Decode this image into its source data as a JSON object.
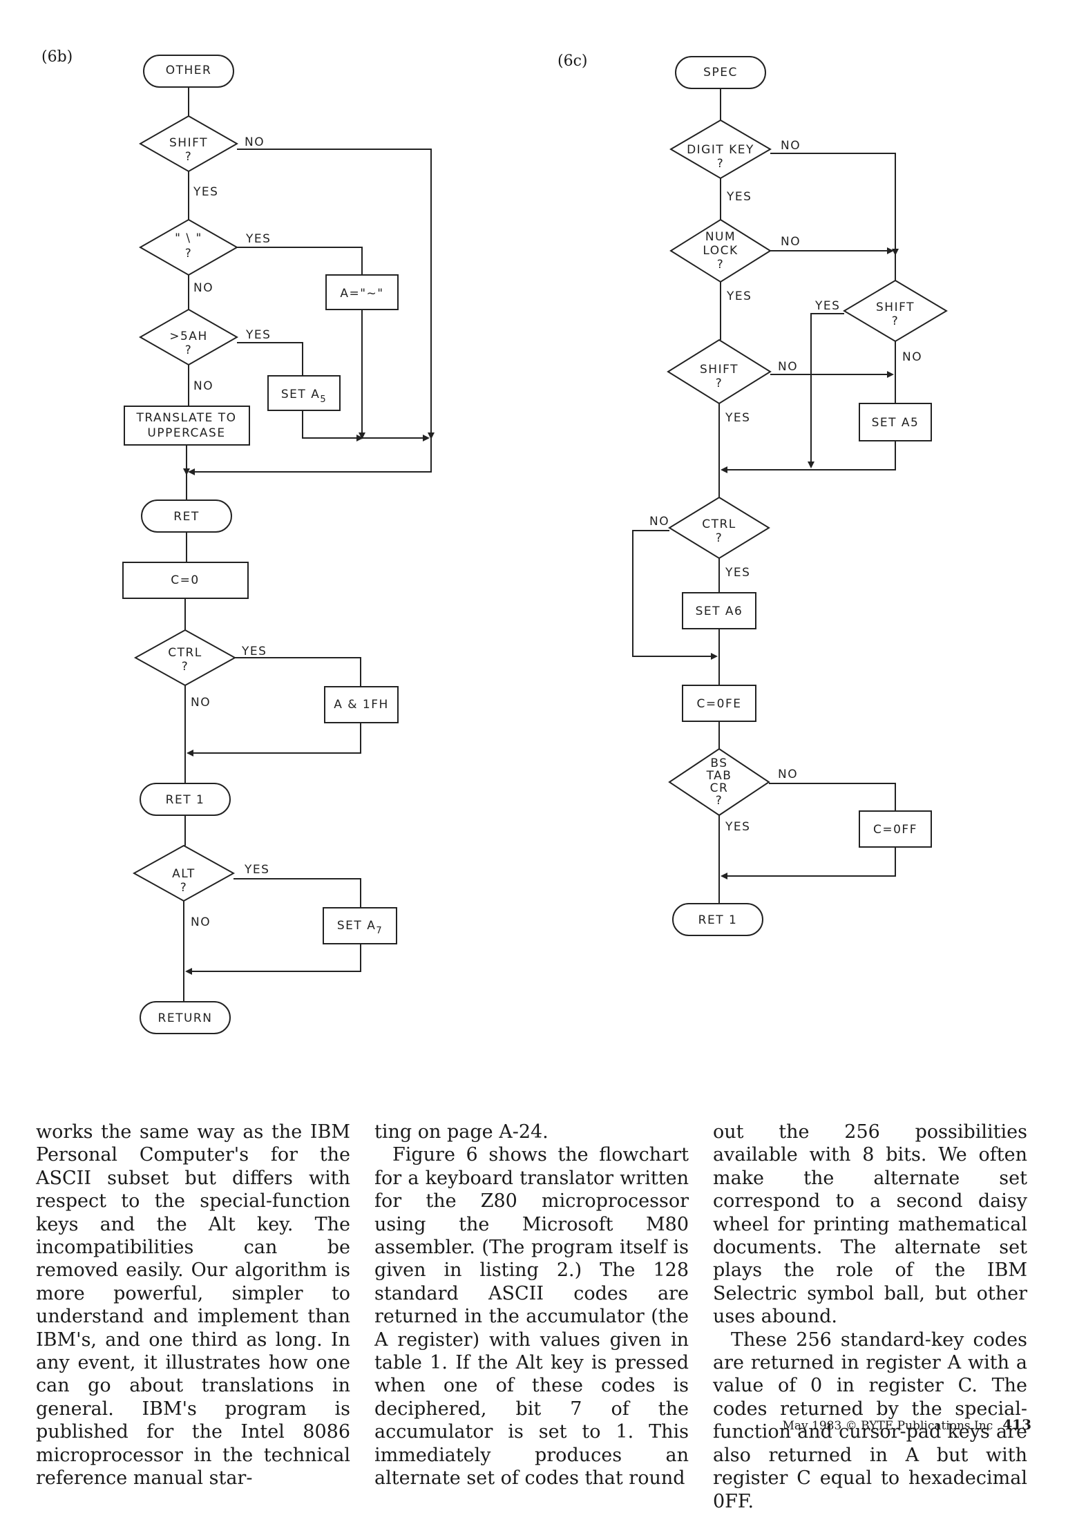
{
  "figures": {
    "b_label": "(6b)",
    "c_label": "(6c)"
  },
  "flow_6b": {
    "other": "OTHER",
    "shift_q": [
      "SHIFT",
      "?"
    ],
    "backslash_q": [
      "\" \\ \"",
      "?"
    ],
    "gt5ah_q": [
      ">5AH",
      "?"
    ],
    "a_tilde": "A=\"~\"",
    "set_a5": "SET A",
    "set_a5_sub": "5",
    "translate": [
      "TRANSLATE TO",
      "UPPERCASE"
    ],
    "ret": "RET",
    "c_zero": "C=0",
    "ctrl_q": [
      "CTRL",
      "?"
    ],
    "a_and_1fh": "A & 1FH",
    "ret1": "RET 1",
    "alt_q": [
      "ALT",
      "?"
    ],
    "set_a7": "SET A",
    "set_a7_sub": "7",
    "return": "RETURN",
    "yes": "YES",
    "no": "NO"
  },
  "flow_6c": {
    "spec": "SPEC",
    "digit_q": [
      "DIGIT KEY",
      "?"
    ],
    "numlock_q": [
      "NUM",
      "LOCK",
      "?"
    ],
    "shift_q_right": [
      "SHIFT",
      "?"
    ],
    "shift_q_left": [
      "SHIFT",
      "?"
    ],
    "set_a5": "SET A5",
    "ctrl_q": [
      "CTRL",
      "?"
    ],
    "set_a6": "SET A6",
    "c_0fe": "C=0FE",
    "bs_q": [
      "BS",
      "TAB",
      "CR",
      "?"
    ],
    "c_0ff": "C=0FF",
    "ret1": "RET 1",
    "yes": "YES",
    "no": "NO"
  },
  "article": {
    "col1": "works the same way as the IBM Personal Computer's for the ASCII subset but differs with respect to the special-function keys and the Alt key. The incompatibilities can be removed easily. Our algorithm is more powerful, simpler to understand and implement than IBM's, and one third as long. In any event, it illustrates how one can go about translations in general. IBM's program is published for the Intel 8086 microprocessor in the technical reference manual star-",
    "col2_p1": "ting on page A-24.",
    "col2_p2": "Figure 6 shows the flowchart for a keyboard translator written for the Z80 microprocessor using the Microsoft M80 assembler. (The program itself is given in listing 2.) The 128 standard ASCII codes are returned in the accumulator (the A register) with values given in table 1. If the Alt key is pressed when one of these codes is deciphered, bit 7 of the accumulator is set to 1. This immediately produces an alternate set of codes that round",
    "col3_p1": "out the 256 possibilities available with 8 bits. We often make the alternate set correspond to a second daisy wheel for printing mathematical documents. The alternate set plays the role of the IBM Selectric symbol ball, but other uses abound.",
    "col3_p2": "These 256 standard-key codes are returned in register A with a value of 0 in register C. The codes returned by the special-function and cursor-pad keys are also returned in A but with register C equal to hexadecimal 0FF."
  },
  "footer": {
    "credit": "May 1983 © BYTE Publications Inc",
    "page_number": "413"
  }
}
